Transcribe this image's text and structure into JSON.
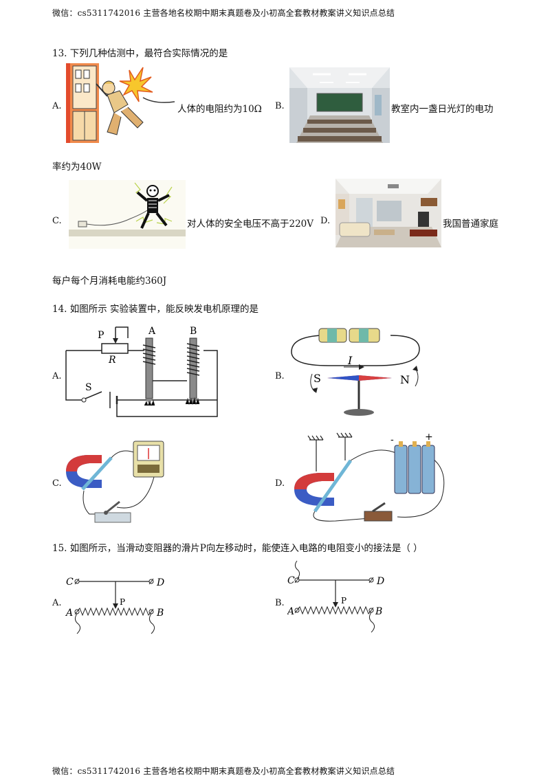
{
  "header": {
    "text": "微信：cs5311742016  主营各地名校期中期末真题卷及小初高全套教材教案讲义知识点总结"
  },
  "footer": {
    "text": "微信：cs5311742016  主营各地名校期中期末真题卷及小初高全套教材教案讲义知识点总结"
  },
  "q13": {
    "stem": "13. 下列几种估测中，最符合实际情况的是",
    "optA": {
      "label": "A.",
      "text": "人体的电阻约为10Ω"
    },
    "optB": {
      "label": "B.",
      "text": "教室内一盏日光灯的电功",
      "cont": "率约为40W"
    },
    "optC": {
      "label": "C.",
      "text": "对人体的安全电压不高于220V"
    },
    "optD": {
      "label": "D.",
      "text": "我国普通家庭",
      "cont": "每户每个月消耗电能约360J"
    }
  },
  "q14": {
    "stem": "14. 如图所示   实验装置中，能反映发电机原理的是",
    "optA": {
      "label": "A.",
      "P": "P",
      "R": "R",
      "A": "A",
      "B": "B",
      "S": "S"
    },
    "optB": {
      "label": "B.",
      "I": "I",
      "S": "S",
      "N": "N"
    },
    "optC": {
      "label": "C."
    },
    "optD": {
      "label": "D.",
      "minus": "-",
      "plus": "+"
    }
  },
  "q15": {
    "stem": "15. 如图所示，当滑动变阻器的滑片P向左移动时，能使连入电路的电阻变小的接法是（      ）",
    "optA": {
      "label": "A.",
      "C": "C",
      "D": "D",
      "P": "P",
      "A": "A",
      "B": "B"
    },
    "optB": {
      "label": "B.",
      "C": "C",
      "D": "D",
      "P": "P",
      "A": "A",
      "B": "B"
    }
  }
}
